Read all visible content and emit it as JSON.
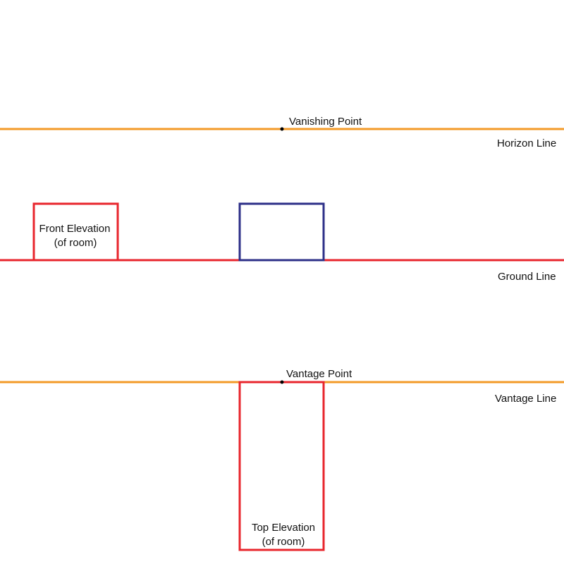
{
  "diagram": {
    "labels": {
      "vanishing_point": "Vanishing Point",
      "horizon_line": "Horizon Line",
      "front_elevation_line1": "Front Elevation",
      "front_elevation_line2": "(of room)",
      "ground_line": "Ground Line",
      "vantage_point": "Vantage Point",
      "vantage_line": "Vantage Line",
      "top_elevation_line1": "Top Elevation",
      "top_elevation_line2": "(of room)"
    },
    "colors": {
      "orange_line": "#f39a27",
      "red_line": "#e8262d",
      "blue_box": "#2e3088",
      "point": "#000000",
      "text": "#111111"
    }
  }
}
